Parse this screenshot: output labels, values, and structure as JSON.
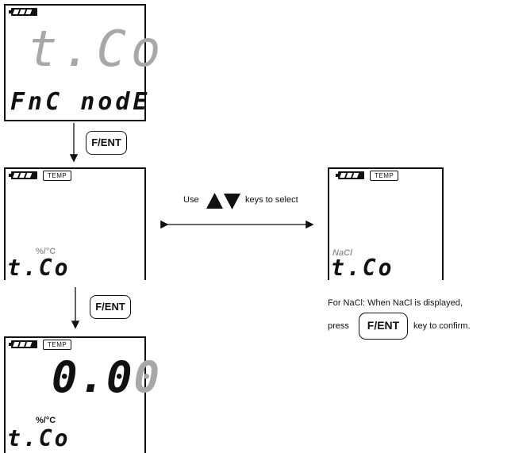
{
  "lcd1": {
    "main": "t.Co",
    "sub": "FnC nodE"
  },
  "step1": {
    "key": "F/ENT"
  },
  "lcd2": {
    "badge": "TEMP",
    "unit": "%/°C",
    "code": "t.Co"
  },
  "middle": {
    "prefix": "Use",
    "suffix": "keys to select",
    "icons": [
      "triangle-up-icon",
      "triangle-down-icon"
    ]
  },
  "lcd3": {
    "badge": "TEMP",
    "label": "NaCl",
    "code": "t.Co"
  },
  "nacl_note": {
    "line1": "For NaCl:  When NaCl is displayed,",
    "press": "press",
    "key": "F/ENT",
    "line2": "key to confirm."
  },
  "step2": {
    "key": "F/ENT"
  },
  "lcd4": {
    "badge": "TEMP",
    "value_dark": "0.0",
    "value_grey": "0",
    "unit": "%/°C",
    "code": "t.Co"
  },
  "colors": {
    "lcd_segment_active": "#111111",
    "lcd_segment_blink": "#a8a8a8"
  }
}
